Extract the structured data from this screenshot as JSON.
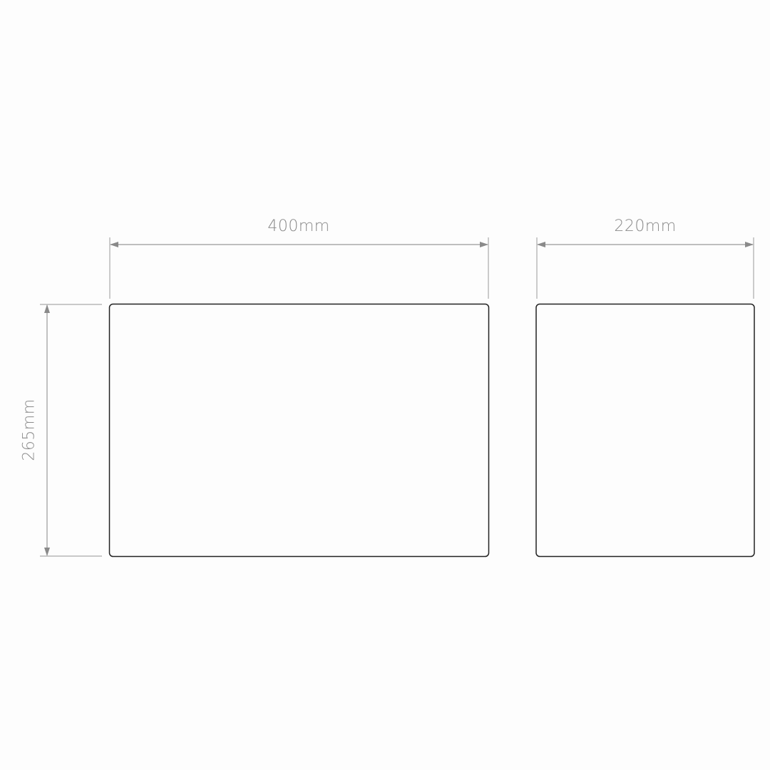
{
  "dimensions": {
    "front_width": "400mm",
    "side_width": "220mm",
    "height": "265mm"
  },
  "colors": {
    "outline": "#222222",
    "dimension": "#999999",
    "text": "#8a8a8a"
  }
}
